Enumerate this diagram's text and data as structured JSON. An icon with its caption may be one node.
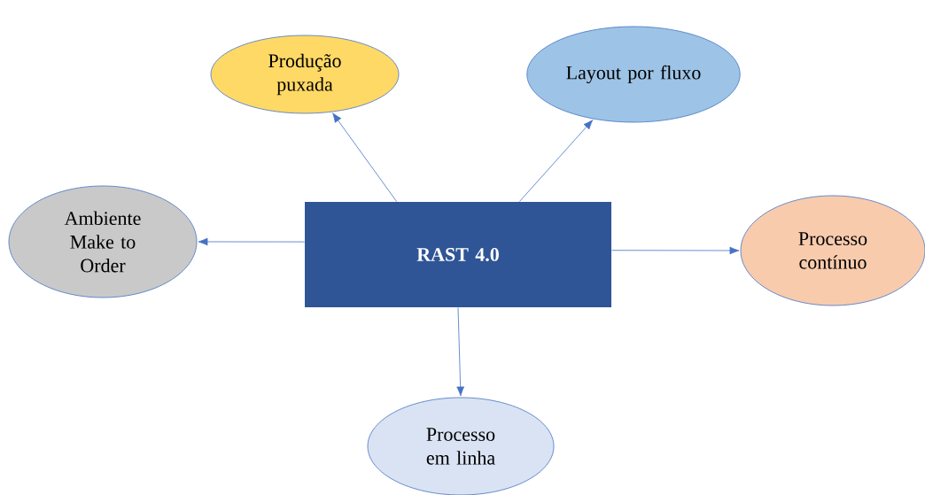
{
  "diagram": {
    "nodes": [
      {
        "text": [
          "RAST 4.0"
        ]
      },
      {
        "text": [
          "Produção puxada"
        ]
      },
      {
        "text": [
          "Layout por fluxo"
        ]
      },
      {
        "text": [
          "Ambiente Make to Order"
        ]
      },
      {
        "text": [
          "Processo contínuo"
        ]
      },
      {
        "text": [
          "Processo em linha"
        ]
      }
    ],
    "edges": [
      {
        "from": 0,
        "to": 1,
        "arrow": "to"
      },
      {
        "from": 0,
        "to": 2,
        "arrow": "to"
      },
      {
        "from": 0,
        "to": 3,
        "arrow": "to"
      },
      {
        "from": 0,
        "to": 4,
        "arrow": "to"
      },
      {
        "from": 0,
        "to": 5,
        "arrow": "to"
      }
    ]
  }
}
